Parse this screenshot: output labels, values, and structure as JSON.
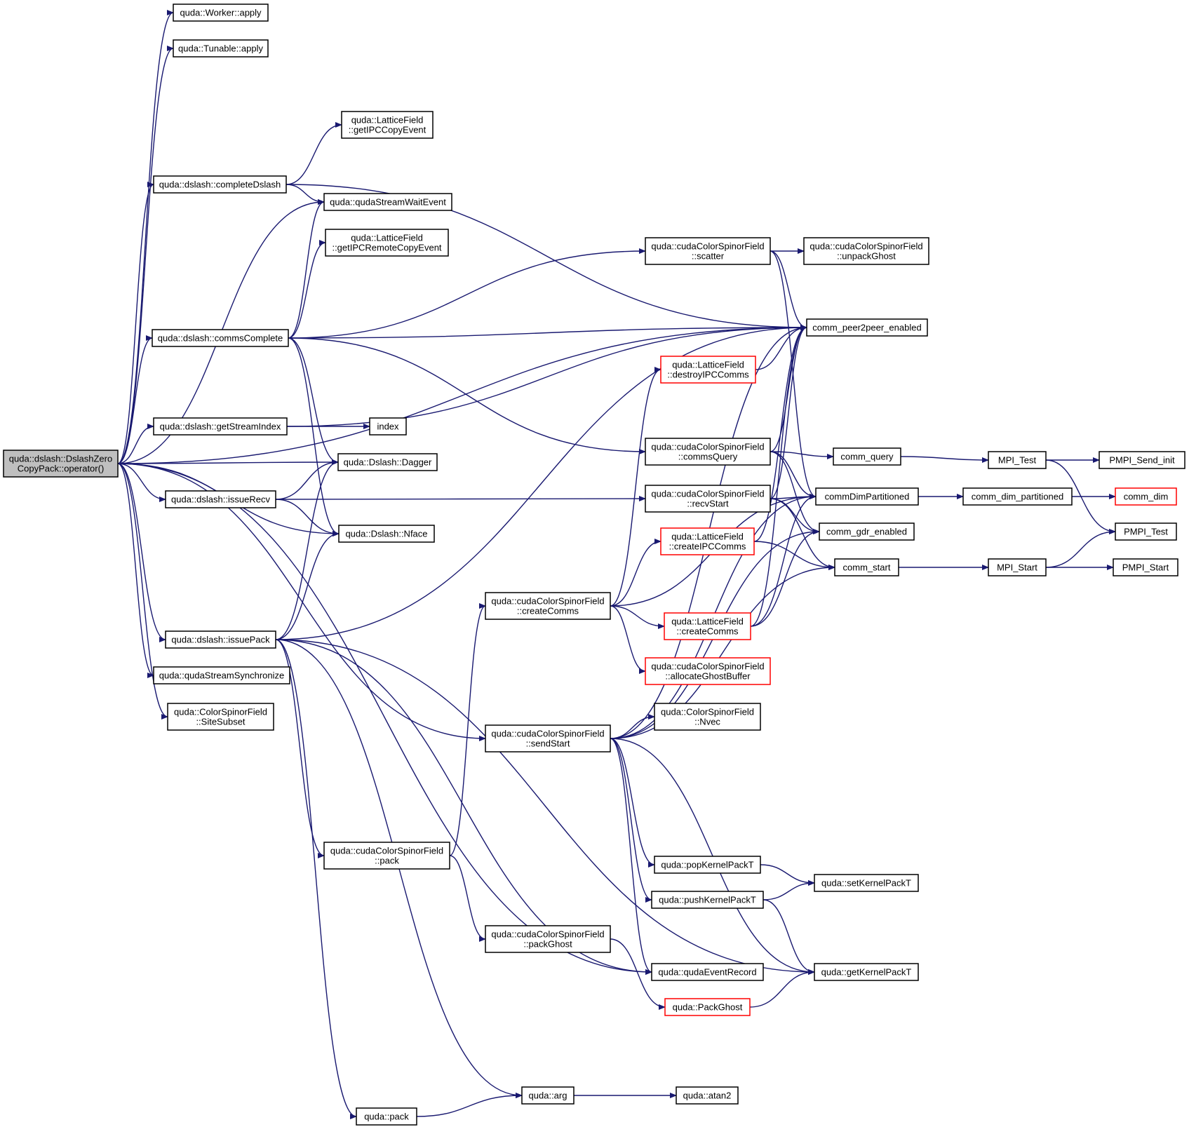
{
  "colors": {
    "edge": "#191970",
    "node_border": "#000000",
    "truncated_border": "#ff0000",
    "root_fill": "#bfbfbf",
    "node_fill": "#ffffff"
  },
  "nodes": [
    {
      "id": "root",
      "lines": [
        "quda::dslash::DslashZero",
        "CopyPack::operator()"
      ],
      "style": "root"
    },
    {
      "id": "worker_apply",
      "lines": [
        "quda::Worker::apply"
      ],
      "style": "normal"
    },
    {
      "id": "tunable_apply",
      "lines": [
        "quda::Tunable::apply"
      ],
      "style": "normal"
    },
    {
      "id": "getIPCCopyEvent",
      "lines": [
        "quda::LatticeField",
        "::getIPCCopyEvent"
      ],
      "style": "normal"
    },
    {
      "id": "completeDslash",
      "lines": [
        "quda::dslash::completeDslash"
      ],
      "style": "normal"
    },
    {
      "id": "qudaStreamWaitEvent",
      "lines": [
        "quda::qudaStreamWaitEvent"
      ],
      "style": "normal"
    },
    {
      "id": "getIPCRemoteCopyEvent",
      "lines": [
        "quda::LatticeField",
        "::getIPCRemoteCopyEvent"
      ],
      "style": "normal"
    },
    {
      "id": "commsComplete",
      "lines": [
        "quda::dslash::commsComplete"
      ],
      "style": "normal"
    },
    {
      "id": "getStreamIndex",
      "lines": [
        "quda::dslash::getStreamIndex"
      ],
      "style": "normal"
    },
    {
      "id": "index",
      "lines": [
        "index"
      ],
      "style": "normal"
    },
    {
      "id": "Dagger",
      "lines": [
        "quda::Dslash::Dagger"
      ],
      "style": "normal"
    },
    {
      "id": "issueRecv",
      "lines": [
        "quda::dslash::issueRecv"
      ],
      "style": "normal"
    },
    {
      "id": "Nface",
      "lines": [
        "quda::Dslash::Nface"
      ],
      "style": "normal"
    },
    {
      "id": "issuePack",
      "lines": [
        "quda::dslash::issuePack"
      ],
      "style": "normal"
    },
    {
      "id": "qudaStreamSynchronize",
      "lines": [
        "quda::qudaStreamSynchronize"
      ],
      "style": "normal"
    },
    {
      "id": "SiteSubset",
      "lines": [
        "quda::ColorSpinorField",
        "::SiteSubset"
      ],
      "style": "normal"
    },
    {
      "id": "scatter",
      "lines": [
        "quda::cudaColorSpinorField",
        "::scatter"
      ],
      "style": "normal"
    },
    {
      "id": "unpackGhost",
      "lines": [
        "quda::cudaColorSpinorField",
        "::unpackGhost"
      ],
      "style": "normal"
    },
    {
      "id": "comm_peer2peer_enabled",
      "lines": [
        "comm_peer2peer_enabled"
      ],
      "style": "normal"
    },
    {
      "id": "destroyIPCComms",
      "lines": [
        "quda::LatticeField",
        "::destroyIPCComms"
      ],
      "style": "truncated"
    },
    {
      "id": "commsQuery",
      "lines": [
        "quda::cudaColorSpinorField",
        "::commsQuery"
      ],
      "style": "normal"
    },
    {
      "id": "comm_query",
      "lines": [
        "comm_query"
      ],
      "style": "normal"
    },
    {
      "id": "MPI_Test",
      "lines": [
        "MPI_Test"
      ],
      "style": "normal"
    },
    {
      "id": "PMPI_Send_init",
      "lines": [
        "PMPI_Send_init"
      ],
      "style": "normal"
    },
    {
      "id": "recvStart",
      "lines": [
        "quda::cudaColorSpinorField",
        "::recvStart"
      ],
      "style": "normal"
    },
    {
      "id": "commDimPartitioned",
      "lines": [
        "commDimPartitioned"
      ],
      "style": "normal"
    },
    {
      "id": "comm_dim_partitioned",
      "lines": [
        "comm_dim_partitioned"
      ],
      "style": "normal"
    },
    {
      "id": "comm_dim",
      "lines": [
        "comm_dim"
      ],
      "style": "truncated"
    },
    {
      "id": "createIPCComms",
      "lines": [
        "quda::LatticeField",
        "::createIPCComms"
      ],
      "style": "truncated"
    },
    {
      "id": "comm_gdr_enabled",
      "lines": [
        "comm_gdr_enabled"
      ],
      "style": "normal"
    },
    {
      "id": "PMPI_Test",
      "lines": [
        "PMPI_Test"
      ],
      "style": "normal"
    },
    {
      "id": "comm_start",
      "lines": [
        "comm_start"
      ],
      "style": "normal"
    },
    {
      "id": "MPI_Start",
      "lines": [
        "MPI_Start"
      ],
      "style": "normal"
    },
    {
      "id": "PMPI_Start",
      "lines": [
        "PMPI_Start"
      ],
      "style": "normal"
    },
    {
      "id": "createComms_cuda",
      "lines": [
        "quda::cudaColorSpinorField",
        "::createComms"
      ],
      "style": "normal"
    },
    {
      "id": "createComms_lattice",
      "lines": [
        "quda::LatticeField",
        "::createComms"
      ],
      "style": "truncated"
    },
    {
      "id": "allocateGhostBuffer",
      "lines": [
        "quda::cudaColorSpinorField",
        "::allocateGhostBuffer"
      ],
      "style": "truncated"
    },
    {
      "id": "Nvec",
      "lines": [
        "quda::ColorSpinorField",
        "::Nvec"
      ],
      "style": "normal"
    },
    {
      "id": "sendStart",
      "lines": [
        "quda::cudaColorSpinorField",
        "::sendStart"
      ],
      "style": "normal"
    },
    {
      "id": "pack_cuda",
      "lines": [
        "quda::cudaColorSpinorField",
        "::pack"
      ],
      "style": "normal"
    },
    {
      "id": "popKernelPackT",
      "lines": [
        "quda::popKernelPackT"
      ],
      "style": "normal"
    },
    {
      "id": "setKernelPackT",
      "lines": [
        "quda::setKernelPackT"
      ],
      "style": "normal"
    },
    {
      "id": "pushKernelPackT",
      "lines": [
        "quda::pushKernelPackT"
      ],
      "style": "normal"
    },
    {
      "id": "packGhost",
      "lines": [
        "quda::cudaColorSpinorField",
        "::packGhost"
      ],
      "style": "normal"
    },
    {
      "id": "qudaEventRecord",
      "lines": [
        "quda::qudaEventRecord"
      ],
      "style": "normal"
    },
    {
      "id": "getKernelPackT",
      "lines": [
        "quda::getKernelPackT"
      ],
      "style": "normal"
    },
    {
      "id": "PackGhost",
      "lines": [
        "quda::PackGhost"
      ],
      "style": "truncated"
    },
    {
      "id": "arg",
      "lines": [
        "quda::arg"
      ],
      "style": "normal"
    },
    {
      "id": "atan2",
      "lines": [
        "quda::atan2"
      ],
      "style": "normal"
    },
    {
      "id": "pack",
      "lines": [
        "quda::pack"
      ],
      "style": "normal"
    }
  ],
  "edges": [
    [
      "root",
      "worker_apply"
    ],
    [
      "root",
      "tunable_apply"
    ],
    [
      "root",
      "comm_peer2peer_enabled"
    ],
    [
      "root",
      "completeDslash"
    ],
    [
      "root",
      "qudaStreamWaitEvent"
    ],
    [
      "root",
      "commsComplete"
    ],
    [
      "root",
      "getStreamIndex"
    ],
    [
      "root",
      "Dagger"
    ],
    [
      "root",
      "issueRecv"
    ],
    [
      "root",
      "Nface"
    ],
    [
      "root",
      "sendStart"
    ],
    [
      "root",
      "issuePack"
    ],
    [
      "root",
      "qudaStreamSynchronize"
    ],
    [
      "root",
      "SiteSubset"
    ],
    [
      "root",
      "qudaEventRecord"
    ],
    [
      "completeDslash",
      "getIPCCopyEvent"
    ],
    [
      "completeDslash",
      "qudaStreamWaitEvent"
    ],
    [
      "completeDslash",
      "comm_peer2peer_enabled"
    ],
    [
      "commsComplete",
      "qudaStreamWaitEvent"
    ],
    [
      "commsComplete",
      "getIPCRemoteCopyEvent"
    ],
    [
      "commsComplete",
      "comm_peer2peer_enabled"
    ],
    [
      "commsComplete",
      "scatter"
    ],
    [
      "commsComplete",
      "commsQuery"
    ],
    [
      "commsComplete",
      "Dagger"
    ],
    [
      "commsComplete",
      "Nface"
    ],
    [
      "getStreamIndex",
      "index"
    ],
    [
      "getStreamIndex",
      "comm_peer2peer_enabled"
    ],
    [
      "issueRecv",
      "Dagger"
    ],
    [
      "issueRecv",
      "Nface"
    ],
    [
      "issueRecv",
      "recvStart"
    ],
    [
      "issuePack",
      "Dagger"
    ],
    [
      "issuePack",
      "Nface"
    ],
    [
      "issuePack",
      "comm_peer2peer_enabled"
    ],
    [
      "issuePack",
      "pack_cuda"
    ],
    [
      "issuePack",
      "qudaEventRecord"
    ],
    [
      "issuePack",
      "getKernelPackT"
    ],
    [
      "issuePack",
      "arg"
    ],
    [
      "issuePack",
      "pack"
    ],
    [
      "scatter",
      "unpackGhost"
    ],
    [
      "scatter",
      "comm_peer2peer_enabled"
    ],
    [
      "scatter",
      "commDimPartitioned"
    ],
    [
      "destroyIPCComms",
      "comm_peer2peer_enabled"
    ],
    [
      "commsQuery",
      "comm_peer2peer_enabled"
    ],
    [
      "commsQuery",
      "comm_query"
    ],
    [
      "commsQuery",
      "commDimPartitioned"
    ],
    [
      "commsQuery",
      "comm_gdr_enabled"
    ],
    [
      "comm_query",
      "MPI_Test"
    ],
    [
      "MPI_Test",
      "PMPI_Send_init"
    ],
    [
      "MPI_Test",
      "PMPI_Test"
    ],
    [
      "recvStart",
      "comm_peer2peer_enabled"
    ],
    [
      "recvStart",
      "commDimPartitioned"
    ],
    [
      "recvStart",
      "comm_gdr_enabled"
    ],
    [
      "recvStart",
      "comm_start"
    ],
    [
      "commDimPartitioned",
      "comm_dim_partitioned"
    ],
    [
      "comm_dim_partitioned",
      "comm_dim"
    ],
    [
      "createIPCComms",
      "comm_peer2peer_enabled"
    ],
    [
      "createIPCComms",
      "comm_start"
    ],
    [
      "comm_start",
      "MPI_Start"
    ],
    [
      "MPI_Start",
      "PMPI_Test"
    ],
    [
      "MPI_Start",
      "PMPI_Start"
    ],
    [
      "createComms_cuda",
      "createIPCComms"
    ],
    [
      "createComms_cuda",
      "commDimPartitioned"
    ],
    [
      "createComms_cuda",
      "createComms_lattice"
    ],
    [
      "createComms_cuda",
      "allocateGhostBuffer"
    ],
    [
      "createComms_cuda",
      "destroyIPCComms"
    ],
    [
      "createComms_lattice",
      "comm_peer2peer_enabled"
    ],
    [
      "createComms_lattice",
      "commDimPartitioned"
    ],
    [
      "createComms_lattice",
      "comm_gdr_enabled"
    ],
    [
      "sendStart",
      "Nvec"
    ],
    [
      "sendStart",
      "comm_peer2peer_enabled"
    ],
    [
      "sendStart",
      "commDimPartitioned"
    ],
    [
      "sendStart",
      "comm_gdr_enabled"
    ],
    [
      "sendStart",
      "comm_start"
    ],
    [
      "sendStart",
      "popKernelPackT"
    ],
    [
      "sendStart",
      "pushKernelPackT"
    ],
    [
      "sendStart",
      "qudaEventRecord"
    ],
    [
      "sendStart",
      "getKernelPackT"
    ],
    [
      "pack_cuda",
      "createComms_cuda"
    ],
    [
      "pack_cuda",
      "packGhost"
    ],
    [
      "popKernelPackT",
      "setKernelPackT"
    ],
    [
      "pushKernelPackT",
      "setKernelPackT"
    ],
    [
      "pushKernelPackT",
      "getKernelPackT"
    ],
    [
      "packGhost",
      "PackGhost"
    ],
    [
      "PackGhost",
      "getKernelPackT"
    ],
    [
      "arg",
      "atan2"
    ],
    [
      "pack",
      "arg"
    ]
  ]
}
